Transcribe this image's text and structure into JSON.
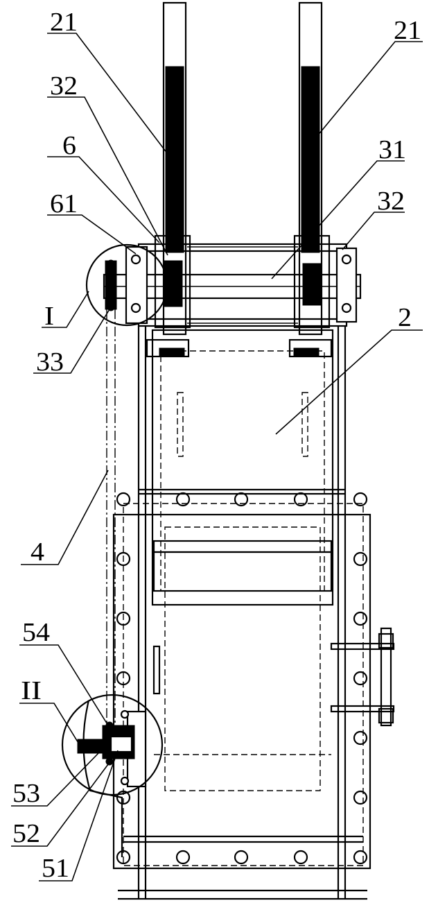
{
  "callouts": {
    "c21_left": "21",
    "c21_right": "21",
    "c32_left": "32",
    "c32_right": "32",
    "c6": "6",
    "c31": "31",
    "c61": "61",
    "c2": "2",
    "cI": "I",
    "c33": "33",
    "c4": "4",
    "c54": "54",
    "cII": "II",
    "c53": "53",
    "c52": "52",
    "c51": "51"
  }
}
